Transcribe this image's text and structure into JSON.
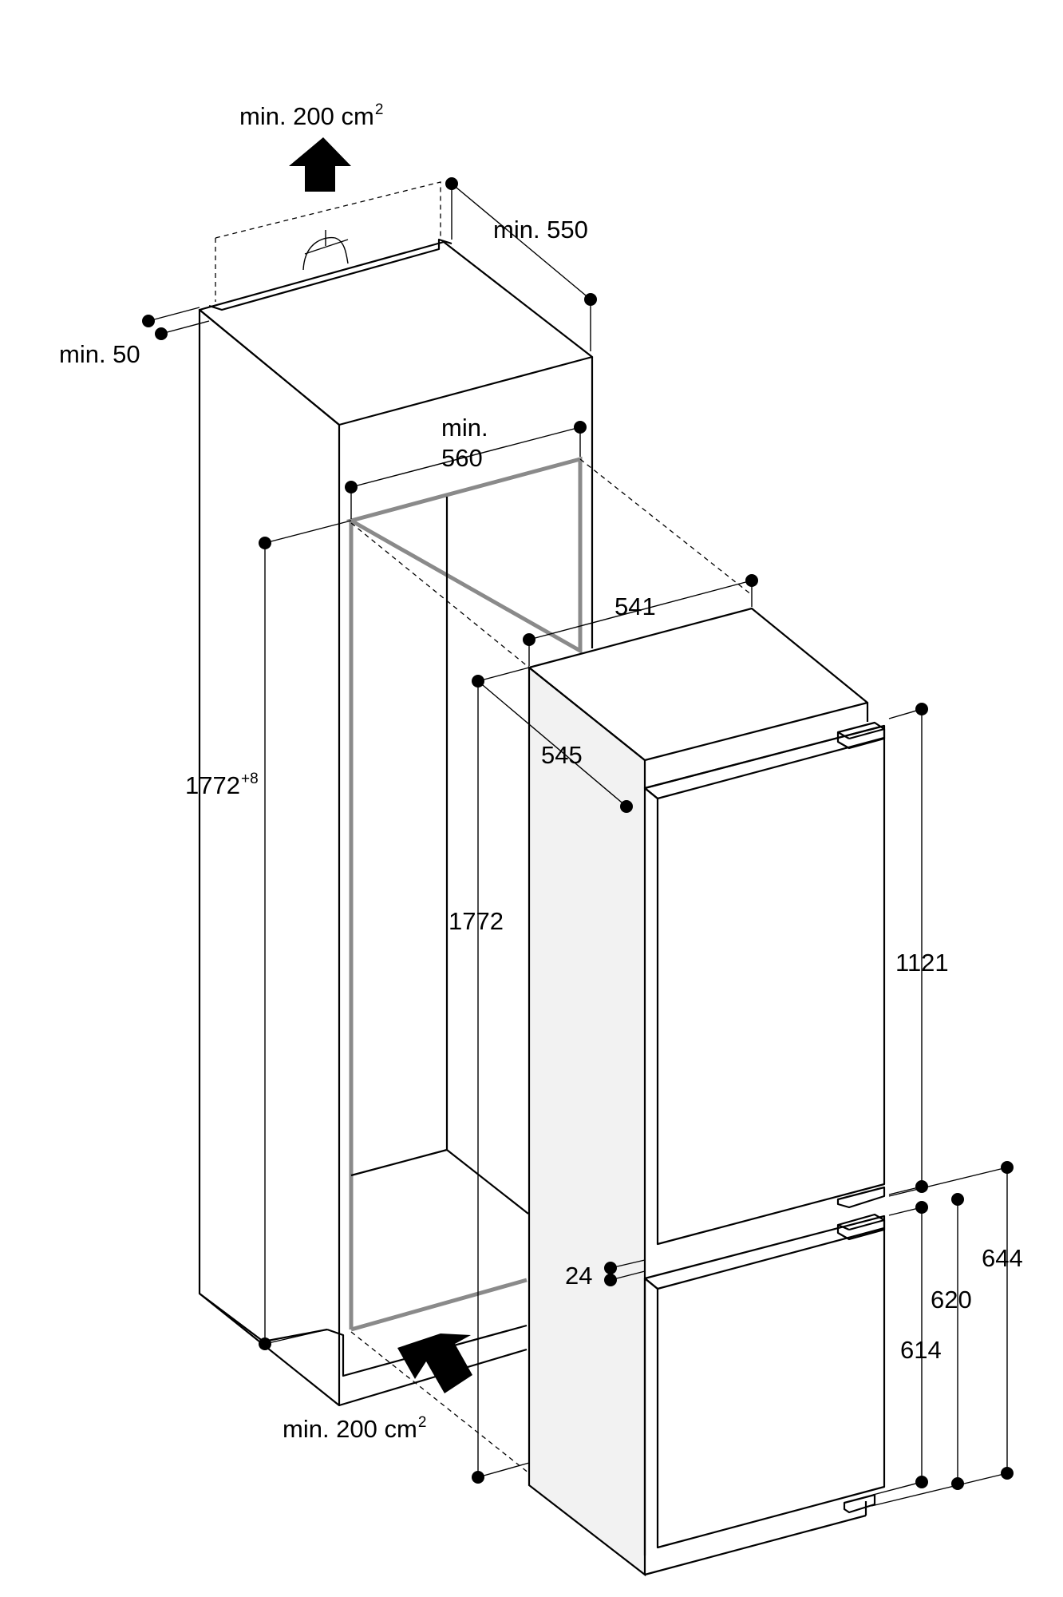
{
  "labels": {
    "vent_top": "min. 200 cm",
    "vent_top_sup": "2",
    "depth_min": "min. 550",
    "gap_min": "min. 50",
    "width_min_a": "min.",
    "width_min_b": "560",
    "width_appliance": "541",
    "depth_appliance": "545",
    "niche_height": "1772",
    "niche_height_tol": "+8",
    "appliance_height": "1772",
    "upper_door": "1121",
    "gap_24": "24",
    "lower_644": "644",
    "lower_620": "620",
    "lower_614": "614",
    "vent_bottom": "min. 200 cm",
    "vent_bottom_sup": "2"
  },
  "colors": {
    "line": "#000000",
    "panel": "#f2f2f2",
    "niche_frame": "#8a8a8a"
  }
}
